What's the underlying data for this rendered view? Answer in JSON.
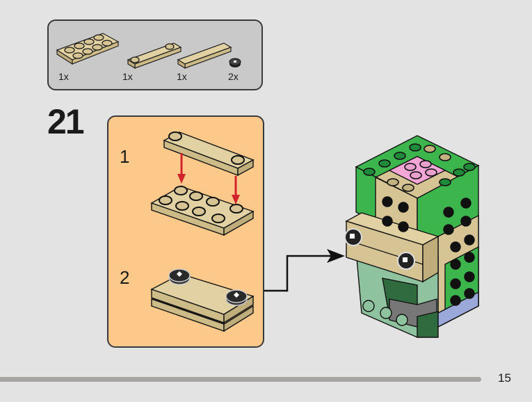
{
  "parts_list": {
    "items": [
      {
        "name": "tan 2x4 plate",
        "quantity": "1x"
      },
      {
        "name": "tan 1x4 plate with 2 studs",
        "quantity": "1x"
      },
      {
        "name": "tan 1x4 tile",
        "quantity": "1x"
      },
      {
        "name": "black round eye tile 1x1",
        "quantity": "2x"
      }
    ]
  },
  "step": {
    "number": "21",
    "substeps": [
      {
        "label": "1"
      },
      {
        "label": "2"
      }
    ]
  },
  "colors": {
    "background": "#e3e3e3",
    "parts_box": "#c9c9c9",
    "panel": "#fdc98a",
    "tan": "#d7c494",
    "green": "#39b54a",
    "pink": "#f4a6d7",
    "sand_green": "#8fc3a0",
    "dark_green": "#2f6b3f",
    "arrow_red": "#d2232a"
  },
  "footer": {
    "page_number": "15"
  }
}
